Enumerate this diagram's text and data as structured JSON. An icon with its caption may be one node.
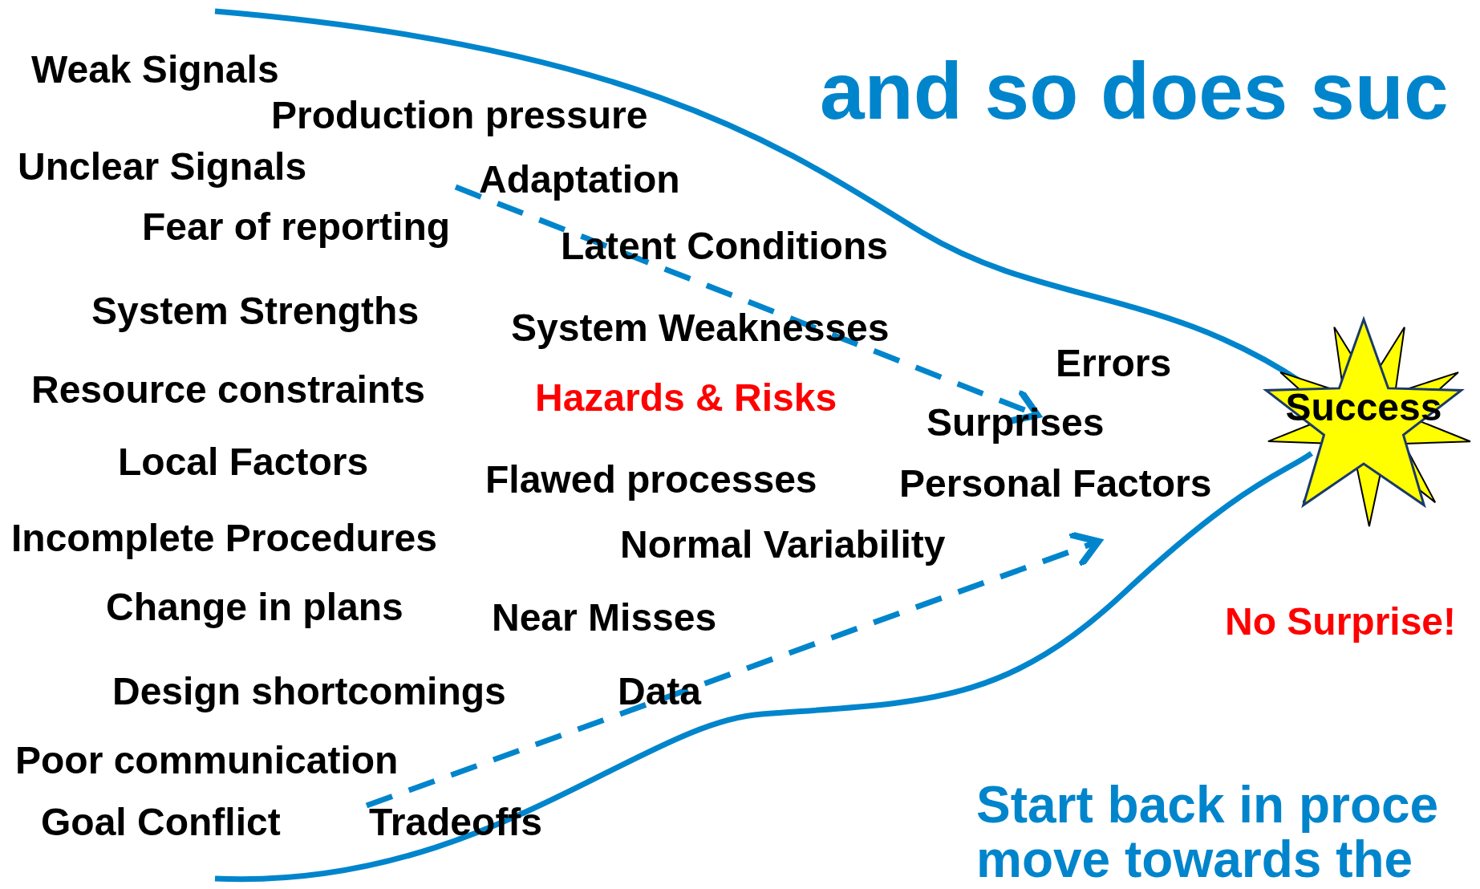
{
  "diagram": {
    "title": "and so does suc",
    "nodes": [
      {
        "text": [
          "Success"
        ]
      }
    ],
    "labels": [
      "Weak Signals",
      "Production pressure",
      "Unclear Signals",
      "Adaptation",
      "Fear of reporting",
      "Latent Conditions",
      "System Strengths",
      "System Weaknesses",
      "Errors",
      "Resource constraints",
      "Hazards & Risks",
      "Surprises",
      "Local Factors",
      "Flawed processes",
      "Personal Factors",
      "Incomplete Procedures",
      "Normal Variability",
      "Change in plans",
      "Near Misses",
      "No Surprise!",
      "Design shortcomings",
      "Data",
      "Poor communication",
      "Goal Conflict",
      "Tradeoffs",
      "Start back in proce",
      "move towards the"
    ]
  }
}
